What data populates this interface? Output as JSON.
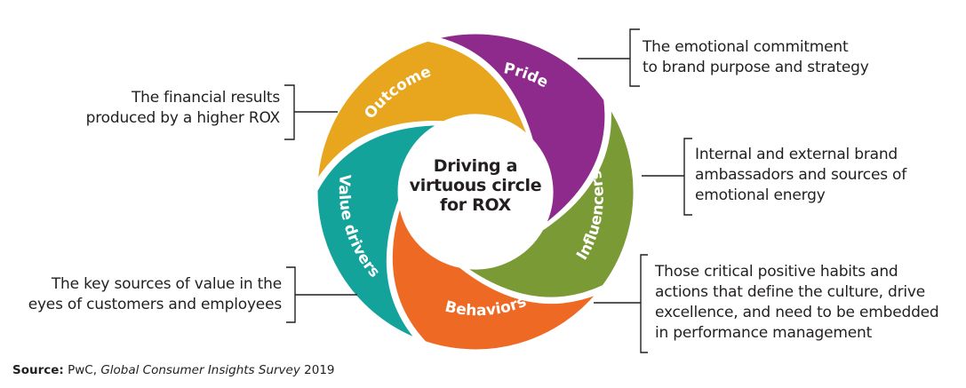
{
  "diagram": {
    "type": "cycle",
    "center_title": [
      "Driving a",
      "virtuous circle",
      "for ROX"
    ],
    "segments": [
      {
        "key": "outcome",
        "label": "Outcome",
        "color": "#E8A61E",
        "description": [
          "The financial results",
          "produced by a higher ROX"
        ]
      },
      {
        "key": "pride",
        "label": "Pride",
        "color": "#8E2A8B",
        "description": [
          "The emotional commitment",
          "to brand purpose and strategy"
        ]
      },
      {
        "key": "influencers",
        "label": "Influencers",
        "color": "#7A9A35",
        "description": [
          "Internal and external brand",
          "ambassadors and sources of",
          "emotional energy"
        ]
      },
      {
        "key": "behaviors",
        "label": "Behaviors",
        "color": "#EE6A24",
        "description": [
          "Those critical positive habits and",
          "actions that define the culture, drive",
          "excellence, and need to be embedded",
          "in performance management"
        ]
      },
      {
        "key": "value_drivers",
        "label": "Value drivers",
        "color": "#13A39B",
        "description": [
          "The key sources of value in the",
          "eyes of customers and employees"
        ]
      }
    ],
    "connector_color": "#231f20"
  },
  "source": {
    "label": "Source:",
    "publisher": "PwC,",
    "title": "Global Consumer Insights Survey",
    "year": "2019"
  }
}
